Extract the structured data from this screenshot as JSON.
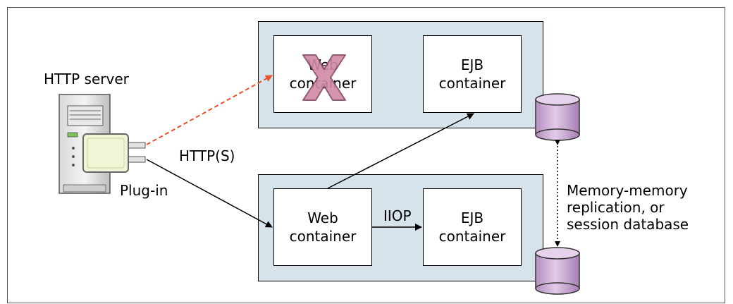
{
  "http_server": {
    "label": "HTTP server"
  },
  "plugin": {
    "label": "Plug-in"
  },
  "connections": {
    "http": "HTTP(S)",
    "iiop": "IIOP"
  },
  "server1": {
    "web_container": {
      "line1": "Web",
      "line2": "container",
      "status": "failed"
    },
    "ejb_container": {
      "line1": "EJB",
      "line2": "container"
    }
  },
  "server2": {
    "web_container": {
      "line1": "Web",
      "line2": "container"
    },
    "ejb_container": {
      "line1": "EJB",
      "line2": "container"
    }
  },
  "replication_note": {
    "line1": "Memory-memory",
    "line2": "replication, or",
    "line3": "session database"
  },
  "colors": {
    "server_fill": "#d6e3eb",
    "failover_arrow": "#e8502a",
    "failure_mark": "#d08aa5",
    "database": "#c9a4cf"
  }
}
